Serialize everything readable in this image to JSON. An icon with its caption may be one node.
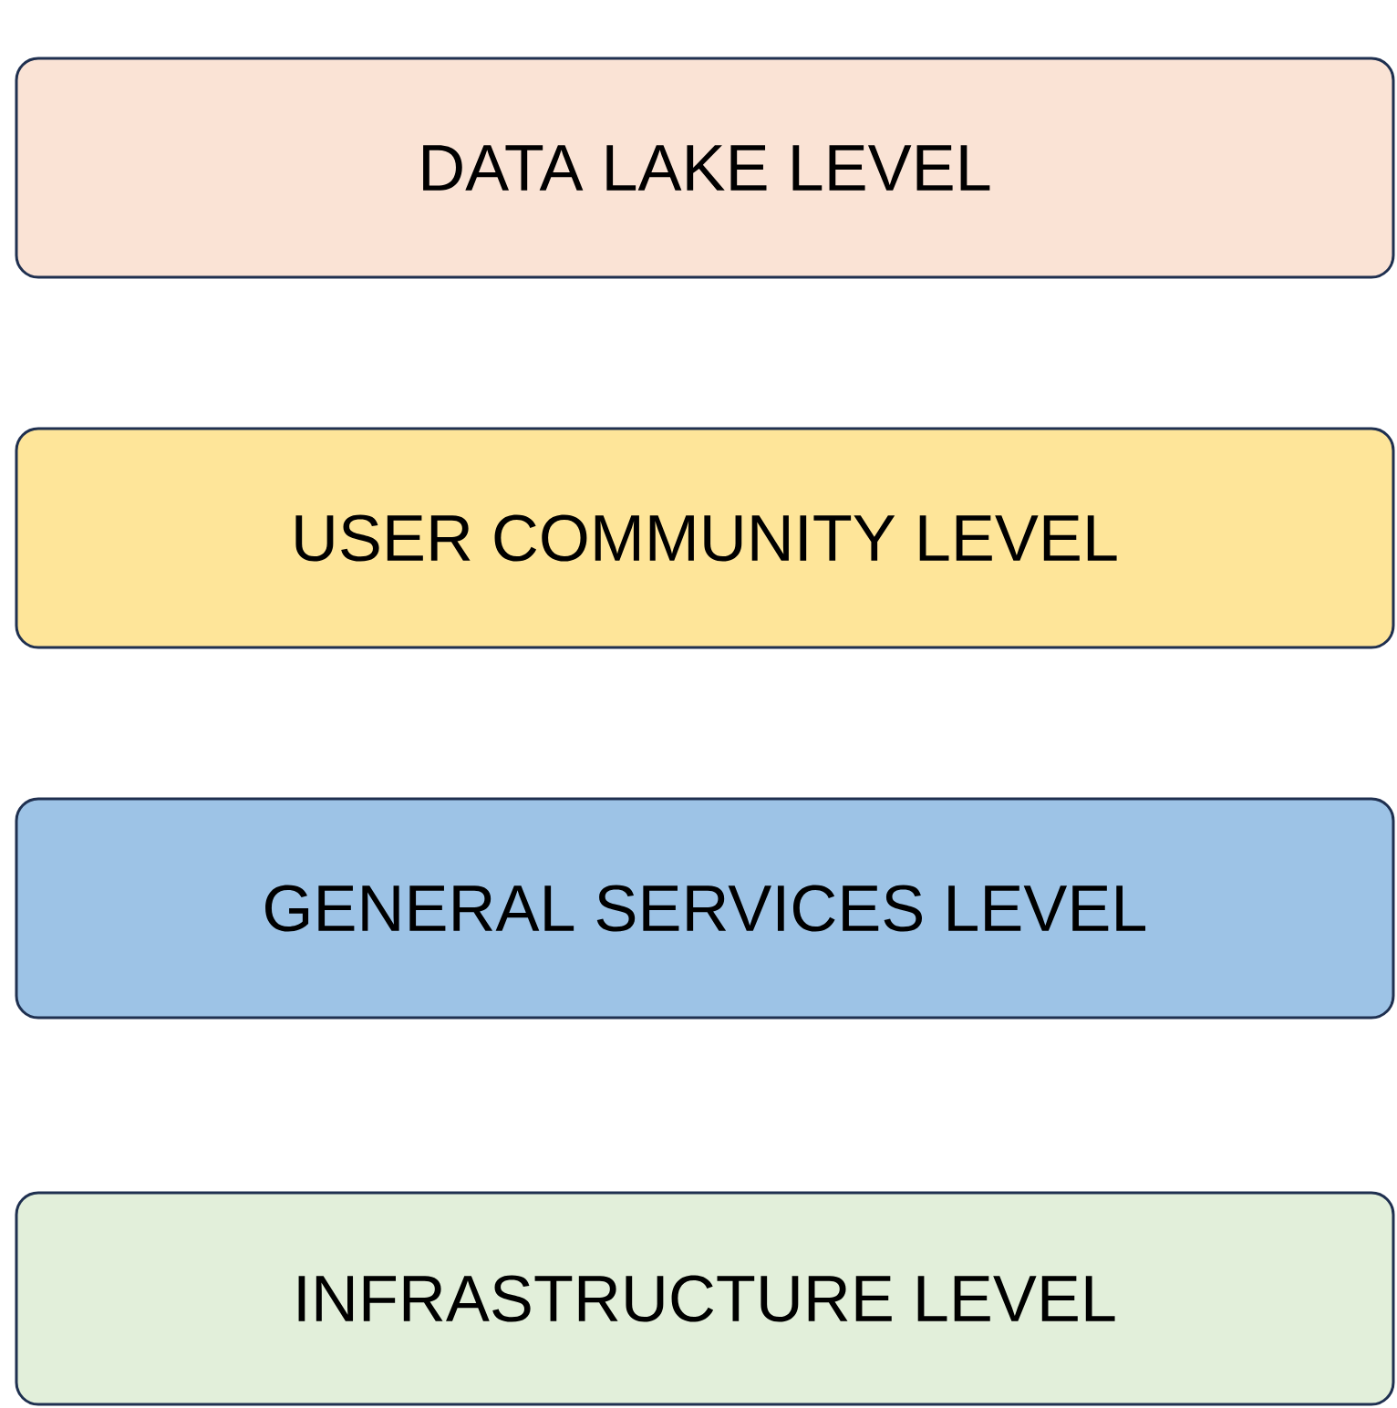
{
  "diagram": {
    "nodes": [
      {
        "text": [
          "DATA LAKE LEVEL"
        ]
      },
      {
        "text": [
          "USER COMMUNITY LEVEL"
        ]
      },
      {
        "text": [
          "GENERAL SERVICES LEVEL"
        ]
      },
      {
        "text": [
          "INFRASTRUCTURE LEVEL"
        ]
      }
    ]
  }
}
